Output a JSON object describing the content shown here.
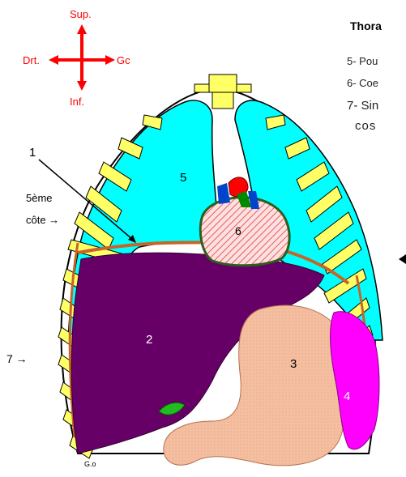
{
  "orientation": {
    "sup": "Sup.",
    "inf": "Inf.",
    "drt": "Drt.",
    "gc": "Gc",
    "color": "#ff0000"
  },
  "legend": {
    "title": "Thora",
    "items": [
      "5- Pou",
      "6- Coe",
      "7- Sin"
    ],
    "item_continuation": "cos"
  },
  "labels": {
    "n1": "1",
    "fifth_rib_line1": "5ème",
    "fifth_rib_line2": "côte →",
    "n7": "7 →",
    "n2": "2",
    "n3": "3",
    "n4": "4",
    "n5": "5",
    "n6": "6",
    "go": "G.o"
  },
  "colors": {
    "lung": "#00ffff",
    "rib": "#ffff66",
    "liver": "#660066",
    "stomach": "#ffcc99",
    "spleen": "#ff00ff",
    "heart_fill": "#ffe0e0",
    "heart_hatch": "#e06060",
    "heart_border": "#2e5e1e",
    "diaphragm": "#c86428",
    "aorta": "#ff0000",
    "vessel_blue": "#0044cc",
    "vessel_green": "#008800",
    "gallbladder": "#22bb22"
  }
}
